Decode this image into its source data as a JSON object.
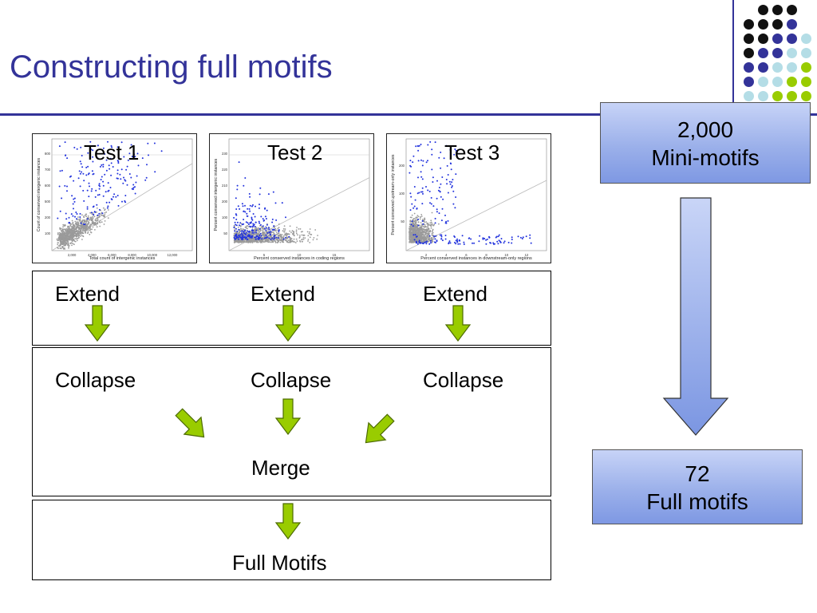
{
  "title": "Constructing full motifs",
  "tests": [
    {
      "label": "Test 1",
      "xlabel": "Total count of intergenic instances",
      "ylabel": "Count of conserved intergenic instances",
      "xticks": [
        "2,000",
        "4,000",
        "6,000",
        "8,000",
        "10,000",
        "12,000"
      ],
      "yticks": [
        "100",
        "200",
        "500",
        "600",
        "700",
        "800"
      ]
    },
    {
      "label": "Test 2",
      "xlabel": "Percent conserved instances in coding regions",
      "ylabel": "Percent conserved intergenic instances",
      "xticks": [
        "5",
        "10",
        "15"
      ],
      "yticks": [
        "50",
        "100",
        "200",
        "210",
        "220",
        "230"
      ]
    },
    {
      "label": "Test 3",
      "xlabel": "Percent conserved instances in downstream-only regions",
      "ylabel": "Percent conserved upstream-only instances",
      "xticks": [
        "2",
        "4",
        "6",
        "8",
        "10",
        "12"
      ],
      "yticks": [
        "50",
        "100",
        "200"
      ]
    }
  ],
  "steps": {
    "extend": [
      "Extend",
      "Extend",
      "Extend"
    ],
    "collapse": [
      "Collapse",
      "Collapse",
      "Collapse"
    ],
    "merge": "Merge",
    "full_motifs": "Full Motifs"
  },
  "side": {
    "top_number": "2,000",
    "top_label": "Mini-motifs",
    "bottom_number": "72",
    "bottom_label": "Full motifs"
  },
  "colors": {
    "title": "#333399",
    "arrow_green": "#99cc00",
    "big_arrow": "#7b96e2",
    "dot_black": "#111111",
    "dot_purple": "#333399",
    "dot_lightblue": "#b4dde6",
    "dot_green": "#99cc00"
  }
}
